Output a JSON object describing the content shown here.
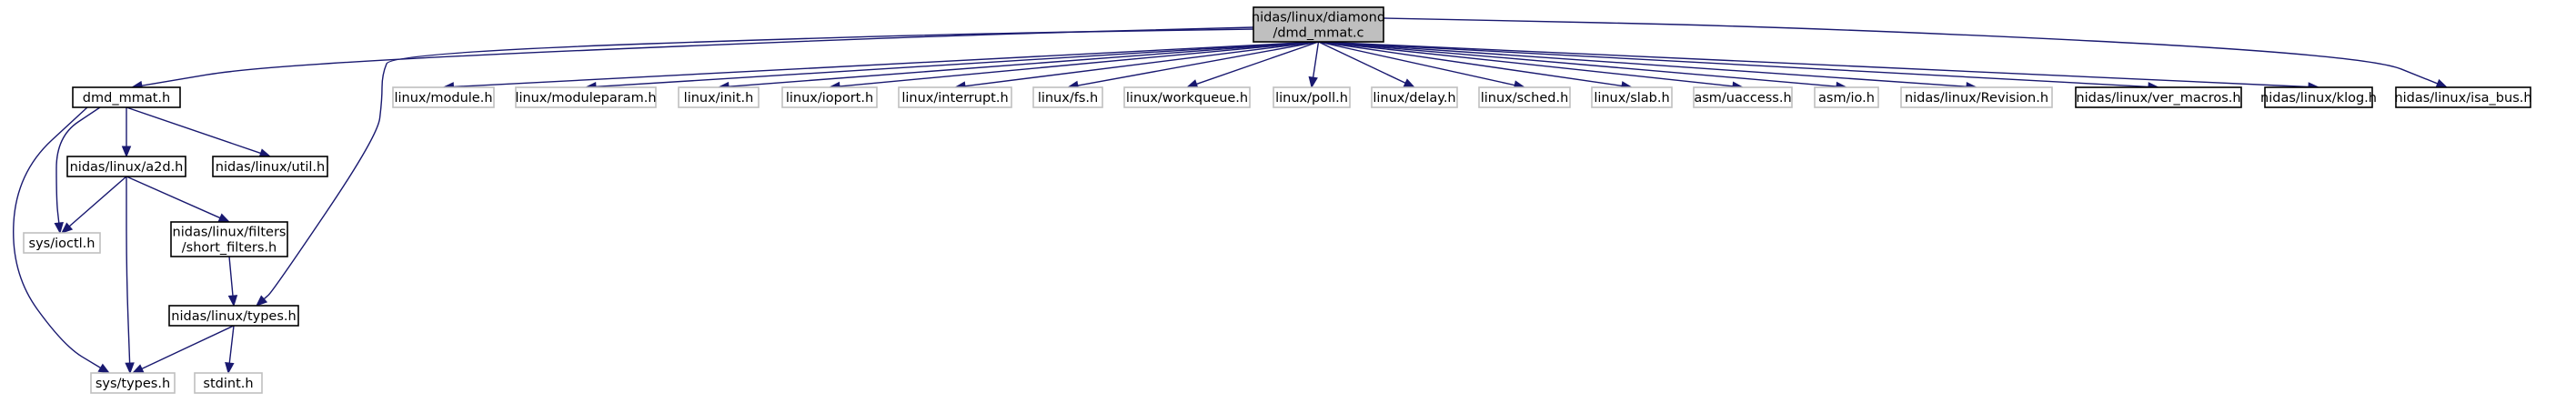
{
  "graph": {
    "root": {
      "lines": [
        "nidas/linux/diamond",
        "/dmd_mmat.c"
      ]
    },
    "nodes": {
      "dmd_mmat_h": {
        "lines": [
          "dmd_mmat.h"
        ]
      },
      "linux_module": {
        "lines": [
          "linux/module.h"
        ]
      },
      "linux_moduleparam": {
        "lines": [
          "linux/moduleparam.h"
        ]
      },
      "linux_init": {
        "lines": [
          "linux/init.h"
        ]
      },
      "linux_ioport": {
        "lines": [
          "linux/ioport.h"
        ]
      },
      "linux_interrupt": {
        "lines": [
          "linux/interrupt.h"
        ]
      },
      "linux_fs": {
        "lines": [
          "linux/fs.h"
        ]
      },
      "linux_workqueue": {
        "lines": [
          "linux/workqueue.h"
        ]
      },
      "linux_poll": {
        "lines": [
          "linux/poll.h"
        ]
      },
      "linux_delay": {
        "lines": [
          "linux/delay.h"
        ]
      },
      "linux_sched": {
        "lines": [
          "linux/sched.h"
        ]
      },
      "linux_slab": {
        "lines": [
          "linux/slab.h"
        ]
      },
      "asm_uaccess": {
        "lines": [
          "asm/uaccess.h"
        ]
      },
      "asm_io": {
        "lines": [
          "asm/io.h"
        ]
      },
      "nidas_revision": {
        "lines": [
          "nidas/linux/Revision.h"
        ]
      },
      "nidas_ver_macros": {
        "lines": [
          "nidas/linux/ver_macros.h"
        ]
      },
      "nidas_klog": {
        "lines": [
          "nidas/linux/klog.h"
        ]
      },
      "nidas_isa_bus": {
        "lines": [
          "nidas/linux/isa_bus.h"
        ]
      },
      "nidas_a2d": {
        "lines": [
          "nidas/linux/a2d.h"
        ]
      },
      "nidas_util": {
        "lines": [
          "nidas/linux/util.h"
        ]
      },
      "sys_ioctl": {
        "lines": [
          "sys/ioctl.h"
        ]
      },
      "nidas_short_filters": {
        "lines": [
          "nidas/linux/filters",
          "/short_filters.h"
        ]
      },
      "nidas_types": {
        "lines": [
          "nidas/linux/types.h"
        ]
      },
      "sys_types": {
        "lines": [
          "sys/types.h"
        ]
      },
      "stdint": {
        "lines": [
          "stdint.h"
        ]
      }
    }
  },
  "colors": {
    "edge": "#191970",
    "root_fill": "#bfbfbf",
    "documented_border": "#000000",
    "undocumented_border": "#bfbfbf"
  }
}
